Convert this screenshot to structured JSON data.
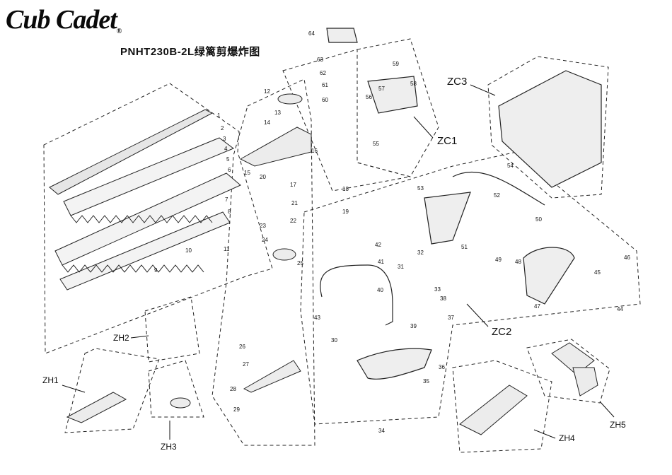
{
  "brand": {
    "logo_text": "Cub Cadet",
    "reg_mark": "®"
  },
  "title": "PNHT230B-2L绿篱剪爆炸图",
  "groups": [
    {
      "id": "zc1",
      "label": "ZC1"
    },
    {
      "id": "zc2",
      "label": "ZC2"
    },
    {
      "id": "zc3",
      "label": "ZC3"
    },
    {
      "id": "zh1",
      "label": "ZH1"
    },
    {
      "id": "zh2",
      "label": "ZH2"
    },
    {
      "id": "zh3",
      "label": "ZH3"
    },
    {
      "id": "zh4",
      "label": "ZH4"
    },
    {
      "id": "zh5",
      "label": "ZH5"
    }
  ],
  "part_numbers": [
    "1",
    "2",
    "3",
    "4",
    "5",
    "6",
    "7",
    "8",
    "9",
    "10",
    "11",
    "12",
    "13",
    "14",
    "15",
    "16",
    "17",
    "18",
    "19",
    "20",
    "21",
    "22",
    "23",
    "24",
    "25",
    "26",
    "27",
    "28",
    "29",
    "30",
    "31",
    "32",
    "33",
    "34",
    "35",
    "36",
    "37",
    "38",
    "39",
    "40",
    "41",
    "42",
    "43",
    "44",
    "45",
    "46",
    "47",
    "48",
    "49",
    "50",
    "51",
    "52",
    "53",
    "54",
    "55",
    "56",
    "57",
    "58",
    "59",
    "60",
    "61",
    "62",
    "63",
    "64"
  ]
}
